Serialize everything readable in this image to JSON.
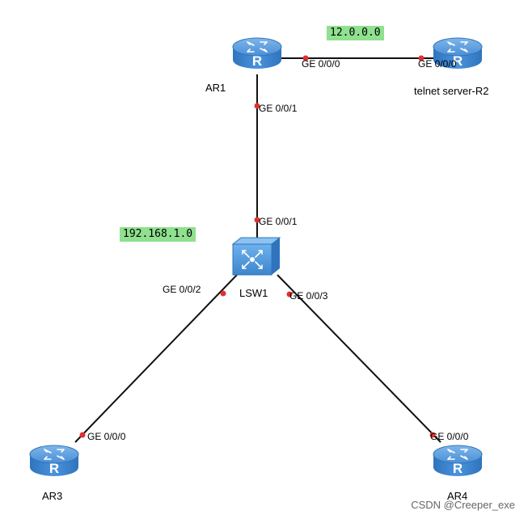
{
  "networks": {
    "wan": "12.0.0.0",
    "lan": "192.168.1.0"
  },
  "devices": {
    "ar1": "AR1",
    "r2": "telnet server-R2",
    "lsw1": "LSW1",
    "ar3": "AR3",
    "ar4": "AR4"
  },
  "ports": {
    "ar1_r2_a": "GE 0/0/0",
    "ar1_r2_b": "GE 0/0/0",
    "ar1_down": "GE 0/0/1",
    "lsw_up": "GE 0/0/1",
    "lsw_left": "GE 0/0/2",
    "lsw_right": "GE 0/0/3",
    "ar3_port": "GE 0/0/0",
    "ar4_port": "GE 0/0/0"
  },
  "watermark": "CSDN @Creeper_exe",
  "colors": {
    "router": "#3d86cc",
    "switch": "#5aa0e0",
    "network_label_bg": "#8fe08f",
    "port_dot": "#e03030",
    "link": "#111111"
  }
}
